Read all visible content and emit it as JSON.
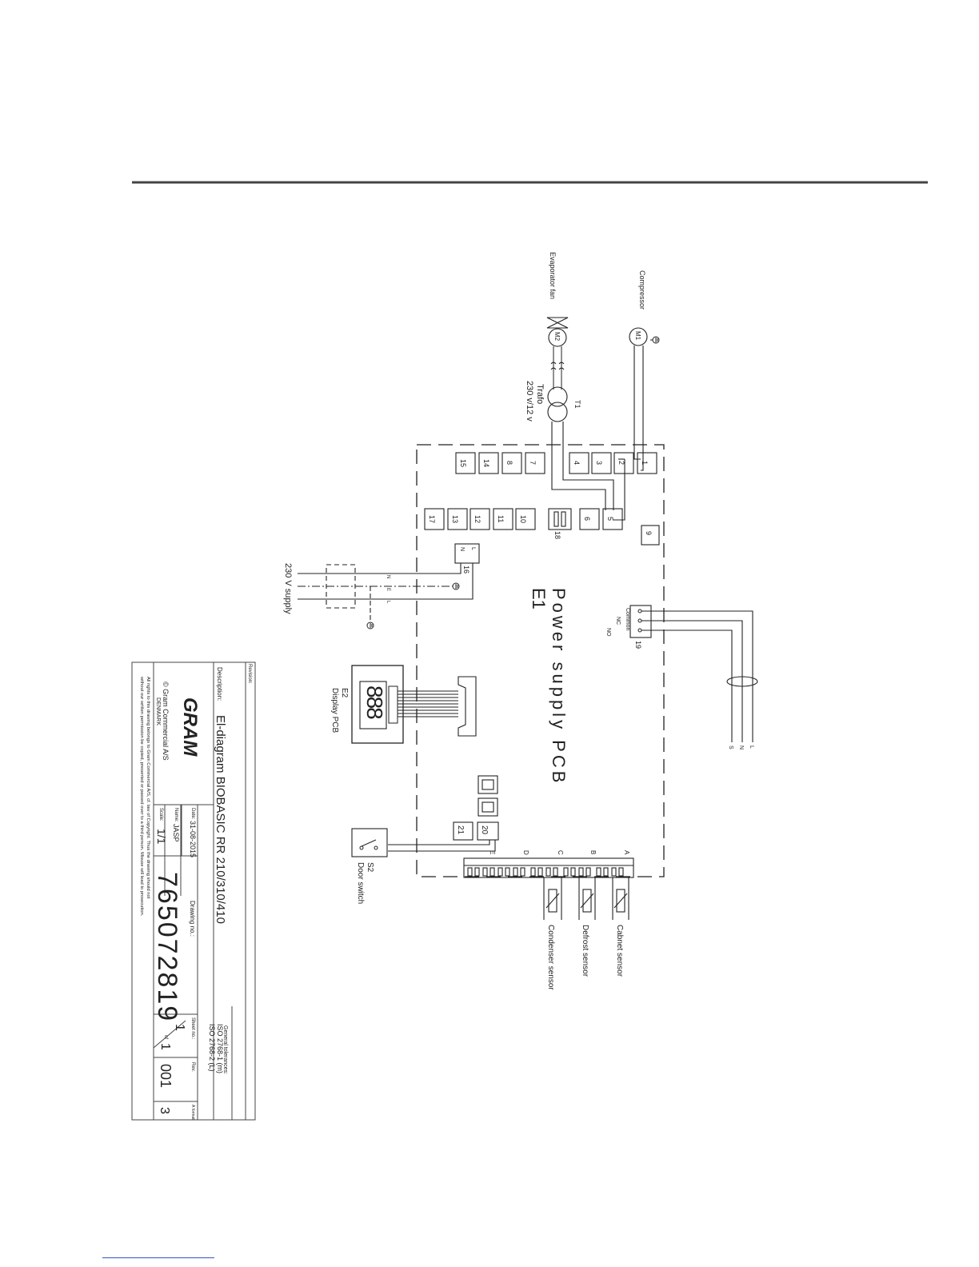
{
  "components": {
    "compressor": {
      "label": "Compressor",
      "id": "M1"
    },
    "evaporator_fan": {
      "label": "Evaporator fan",
      "id": "M2"
    },
    "transformer": {
      "id": "T1",
      "label": "Trafo",
      "rating": "230 v/12 v"
    },
    "main_pcb": {
      "id": "E1",
      "label": "Power supply PCB"
    },
    "display_pcb": {
      "id": "E2",
      "label": "Display PCB",
      "digits": "888"
    },
    "door_switch": {
      "id": "S2",
      "label": "Door switch"
    },
    "supply": {
      "label": "230 V supply",
      "lines": [
        "N",
        "E",
        "L"
      ]
    },
    "relay_19": {
      "number": "19",
      "contacts": [
        "Common",
        "NC",
        "NO"
      ]
    },
    "external_cable": [
      "L",
      "N",
      "S"
    ],
    "sensors": [
      "Cabnet sensor",
      "Defrost sensor",
      "Condenser sensor"
    ],
    "sensor_connectors": [
      "A",
      "B",
      "C",
      "D",
      "E"
    ]
  },
  "terminals": {
    "row_top": [
      "1",
      "2",
      "3",
      "4",
      "7",
      "8",
      "14",
      "15"
    ],
    "row_bottom": [
      "5",
      "6",
      "18",
      "10",
      "11",
      "12",
      "13",
      "17"
    ],
    "misc": [
      "9",
      "16",
      "20",
      "21"
    ],
    "terminal_16_contacts": [
      "L",
      "N"
    ]
  },
  "title_block": {
    "revision_label": "Revision:",
    "general_tolerances_label": "General tolerances:",
    "tolerances": [
      "ISO 2768-1 (m)",
      "ISO 2768-2 (L)"
    ],
    "description_label": "Description:",
    "description": "El-diagram BIOBASIC RR 210/310/410",
    "company_logo": "GRAM",
    "copyright_line1": "© Gram Commercial A/S",
    "copyright_line2": "DENMARK",
    "date_label": "Date:",
    "date": "31-08-2015",
    "name_label": "Name:",
    "name": "JASP",
    "scale_label": "Scale:",
    "scale": "1/1",
    "drawing_no_label": "Drawing no.:",
    "drawing_no": "765072819",
    "sheet_no_label": "Sheet no.:",
    "sheet_current": "1",
    "sheet_of_label": "of",
    "sheet_total": "1",
    "rev_label": "Rev.",
    "rev": "001",
    "format_label": "A format:",
    "format": "3",
    "rights_line1": "All rights to this drawing belongs to Gram Commercial A/S, cf. law of Copyright. Thus the drawing should not",
    "rights_line2": "without our written permission be copied, presented or passed over to a third person. Misuse will lead to prosecution."
  }
}
